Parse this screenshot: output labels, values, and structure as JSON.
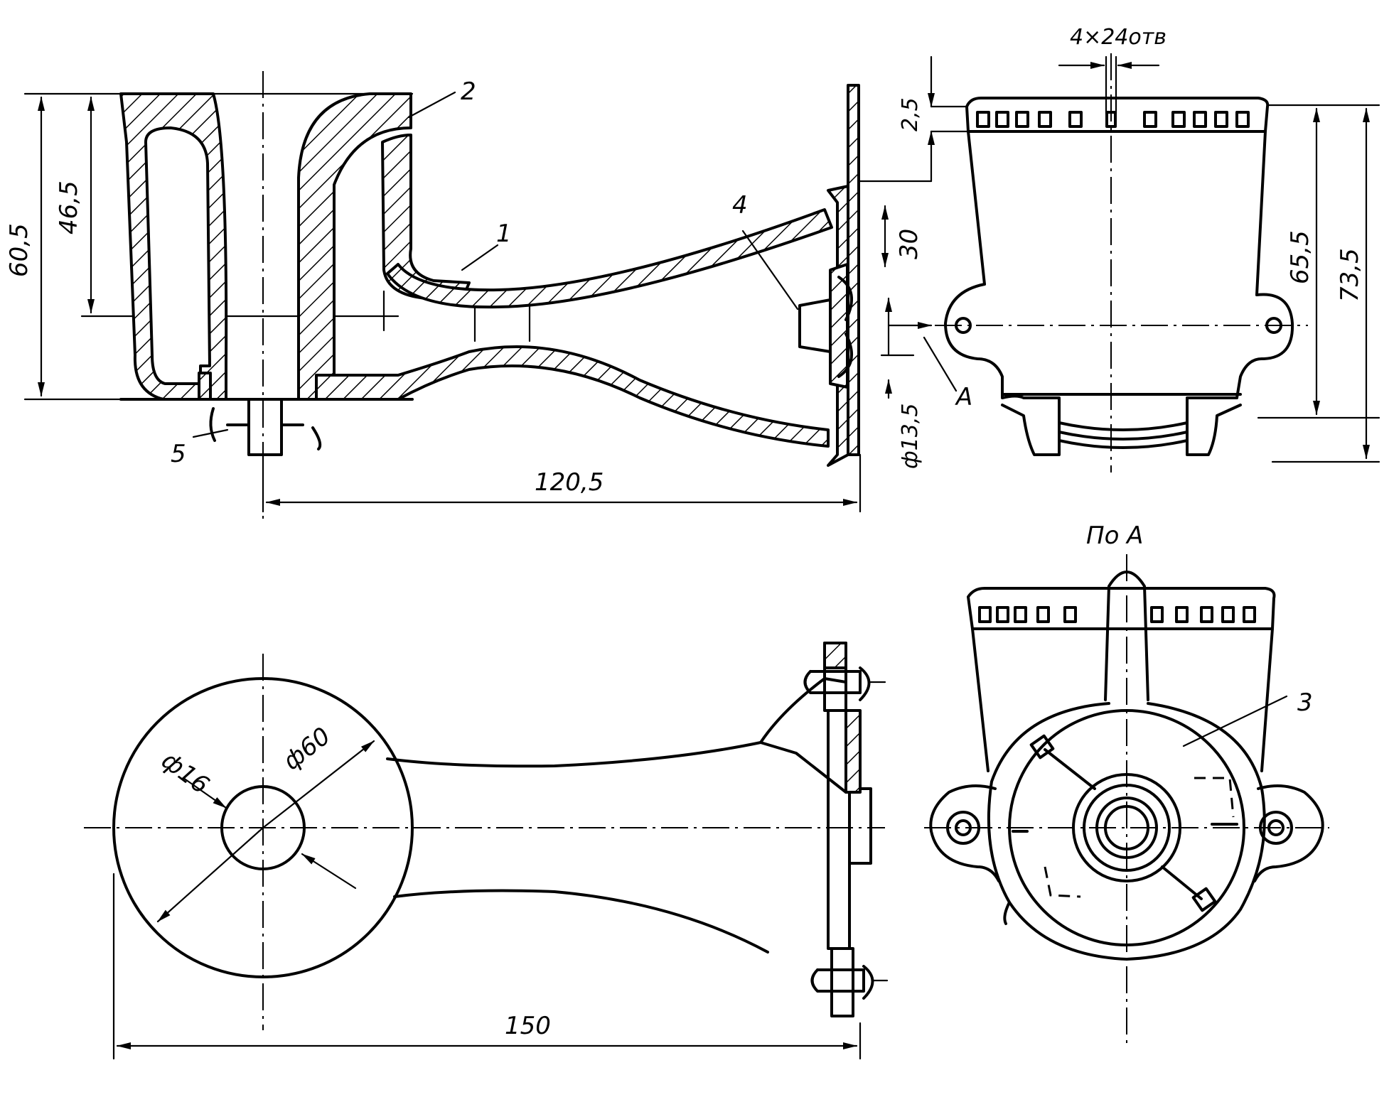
{
  "labels": {
    "part_1": "1",
    "part_2": "2",
    "part_3": "3",
    "part_4": "4",
    "part_5": "5",
    "view_mark_A": "A",
    "view_title": "По А",
    "holes_note": "4×24отв"
  },
  "dimensions": {
    "height_total": "60,5",
    "height_inner": "46,5",
    "length_axis": "120,5",
    "diaphragm_offset": "30",
    "nozzle_diameter": "ф13,5",
    "rim_thickness": "2,5",
    "height_body": "65,5",
    "height_overall": "73,5",
    "bore_diameter": "ф16",
    "cup_diameter": "ф60",
    "length_overall": "150"
  }
}
